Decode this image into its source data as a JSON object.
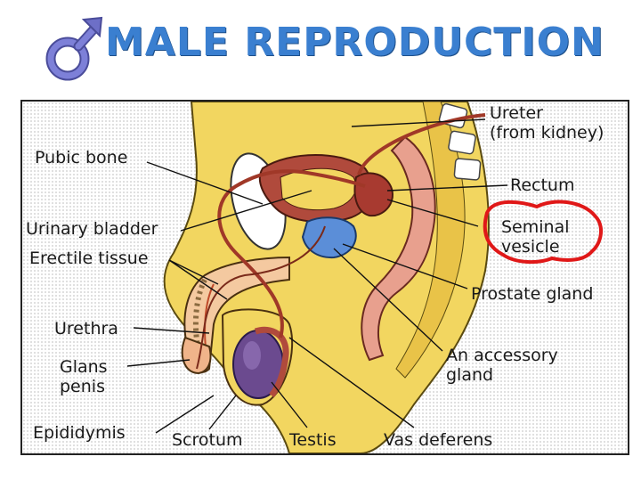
{
  "title": "MALE REPRODUCTION",
  "icons": {
    "header_symbol": "male-symbol-icon"
  },
  "colors": {
    "title": "#3a7fd0",
    "symbol": "#6d6fc7",
    "highlight_outline": "#e01818",
    "tissue": "#f2d660",
    "muscle": "#b04a3c",
    "testis": "#6b4a8f",
    "prostate": "#5b8ed8"
  },
  "labels": {
    "ureter": [
      "Ureter",
      "(from kidney)"
    ],
    "pubic_bone": "Pubic bone",
    "rectum": "Rectum",
    "urinary_bladder": "Urinary bladder",
    "seminal_vesicle": [
      "Seminal",
      "vesicle"
    ],
    "erectile_tissue": "Erectile tissue",
    "prostate_gland": "Prostate gland",
    "urethra": "Urethra",
    "accessory_gland": [
      "An accessory",
      "gland"
    ],
    "glans_penis": [
      "Glans",
      "penis"
    ],
    "epididymis": "Epididymis",
    "scrotum": "Scrotum",
    "testis": "Testis",
    "vas_deferens": "Vas deferens"
  }
}
